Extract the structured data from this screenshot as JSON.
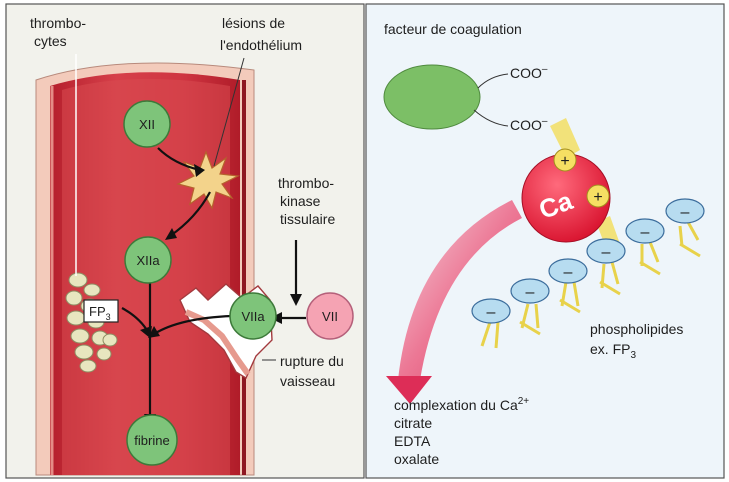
{
  "left_panel": {
    "label_thrombocytes_1": "thrombo-",
    "label_thrombocytes_2": "cytes",
    "label_lesions_1": "lésions de",
    "label_lesions_2": "l'endothélium",
    "label_thrombokinase_1": "thrombo-",
    "label_thrombokinase_2": "kinase",
    "label_thrombokinase_3": "tissulaire",
    "label_rupture_1": "rupture du",
    "label_rupture_2": "vaisseau",
    "factors": {
      "xii": "XII",
      "xiia": "XIIa",
      "viia": "VIIa",
      "vii": "VII",
      "fibrine": "fibrine"
    },
    "fp3_box": {
      "base": "FP",
      "sub": "3"
    }
  },
  "right_panel": {
    "title": "facteur de coagulation",
    "coo_1": "COO",
    "coo_2": "COO",
    "minus_sup": "–",
    "plus_sign": "+",
    "ca_label": "Ca",
    "minus_sign": "–",
    "phospholipides_1": "phospholipides",
    "phospholipides_2": "ex. FP",
    "phospholipides_sub": "3",
    "complexation_label": "complexation du Ca",
    "complexation_sup": "2+",
    "chelator_1": "citrate",
    "chelator_2": "EDTA",
    "chelator_3": "oxalate"
  },
  "colors": {
    "vessel_red": "#c8303a",
    "vessel_wall": "#f0b9a8",
    "factor_green": "#7ec47a",
    "factor_pink": "#f5a3b3",
    "ca_red": "#e0203a",
    "phospho_blue": "#b7dcf0",
    "tail_yellow": "#ecd64e",
    "arrow_pink": "#e8456b",
    "protein_green": "#7cbf66",
    "panel_left_bg": "#f2f2ec",
    "panel_right_bg": "#eef5fa"
  }
}
